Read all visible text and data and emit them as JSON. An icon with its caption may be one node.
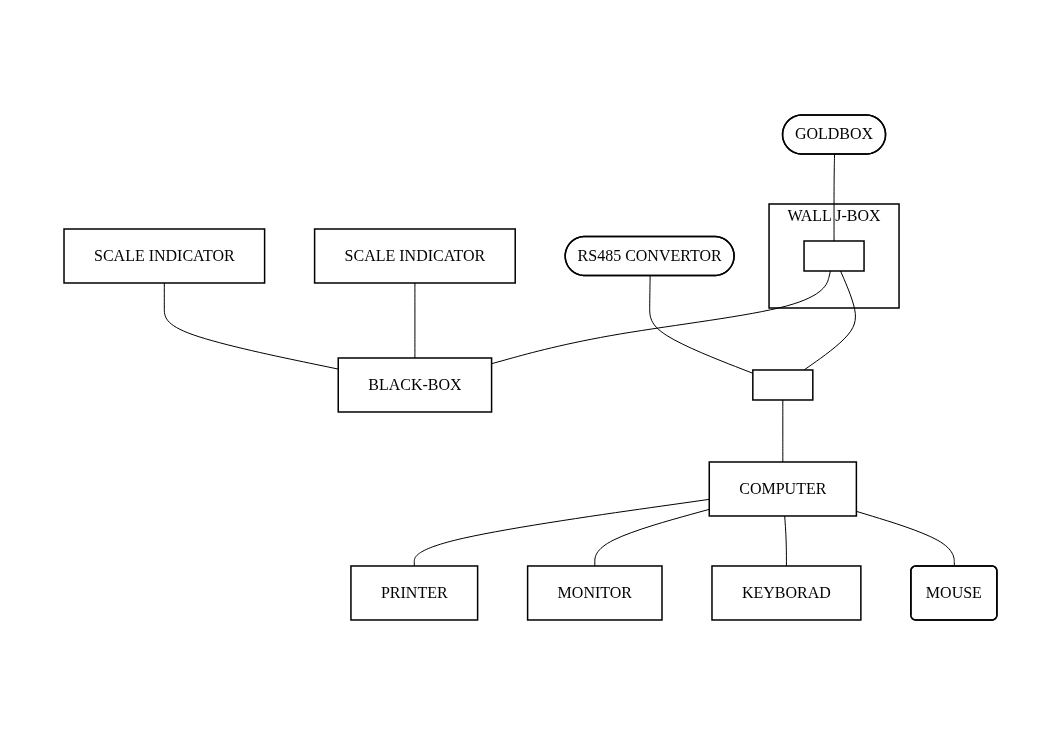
{
  "diagram": {
    "nodes": [
      {
        "text": [
          "WALL J-BOX"
        ]
      },
      {
        "text": [],
        "shape": "box",
        "in": 0
      },
      {
        "text": [
          "GOLDBOX"
        ]
      },
      {
        "text": [
          "SCALE INDICATOR"
        ]
      },
      {
        "text": [
          "SCALE INDICATOR"
        ]
      },
      {
        "text": [
          "PRINTER"
        ]
      },
      {
        "text": [
          "BLACK-BOX"
        ]
      },
      {
        "text": [
          "RS485 CONVERTOR"
        ]
      },
      {
        "text": [],
        "shape": "box"
      },
      {
        "text": [
          "COMPUTER"
        ]
      },
      {
        "text": [
          "MONITOR"
        ]
      },
      {
        "text": [
          "KEYBORAD"
        ]
      },
      {
        "text": [
          "MOUSE"
        ]
      }
    ],
    "edges": [
      {
        "from": 2,
        "to": 1,
        "arrow": "none"
      },
      {
        "from": 1,
        "to": 6,
        "arrow": "none"
      },
      {
        "from": 1,
        "to": 8,
        "arrow": "none"
      },
      {
        "from": 3,
        "to": 6,
        "arrow": "none"
      },
      {
        "from": 4,
        "to": 6,
        "arrow": "none"
      },
      {
        "from": 7,
        "to": 8,
        "arrow": "none"
      },
      {
        "from": 8,
        "to": 9,
        "arrow": "none"
      },
      {
        "from": 9,
        "to": 5,
        "arrow": "none"
      },
      {
        "from": 9,
        "to": 10,
        "arrow": "none"
      },
      {
        "from": 9,
        "to": 11,
        "arrow": "none"
      },
      {
        "from": 9,
        "to": 12,
        "arrow": "none"
      }
    ]
  }
}
